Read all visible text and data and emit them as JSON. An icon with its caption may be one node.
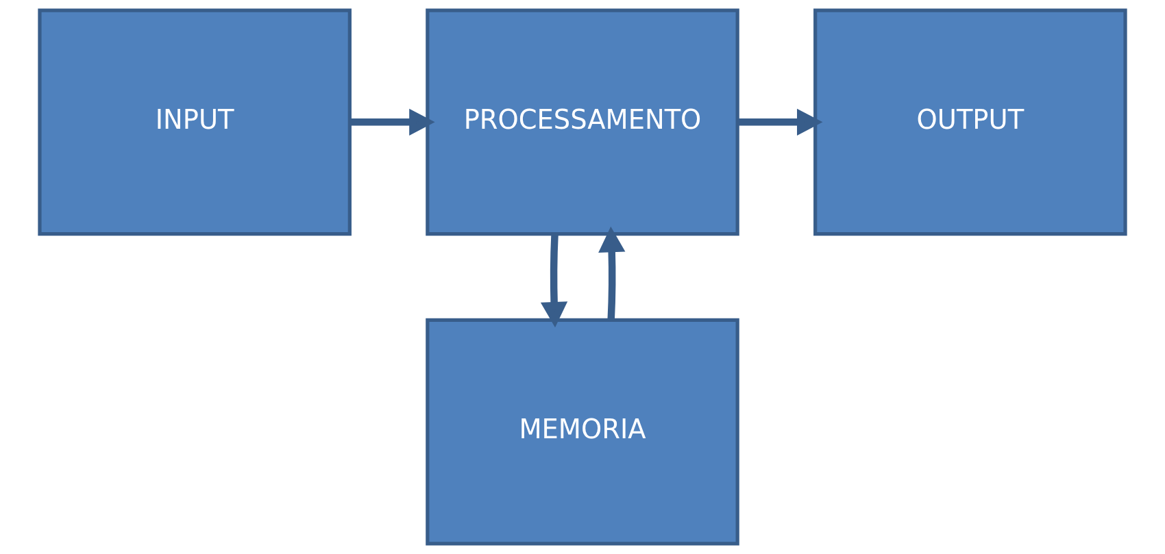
{
  "diagram": {
    "nodes": [
      {
        "text": [
          "INPUT"
        ]
      },
      {
        "text": [
          "PROCESSAMENTO"
        ]
      },
      {
        "text": [
          "OUTPUT"
        ]
      },
      {
        "text": [
          "MEMORIA"
        ]
      }
    ],
    "edges": [
      {
        "from": 0,
        "to": 1,
        "arrow": "to"
      },
      {
        "from": 1,
        "to": 2,
        "arrow": "to"
      },
      {
        "from": 1,
        "to": 3,
        "arrow": "to"
      },
      {
        "from": 3,
        "to": 1,
        "arrow": "to"
      }
    ]
  }
}
